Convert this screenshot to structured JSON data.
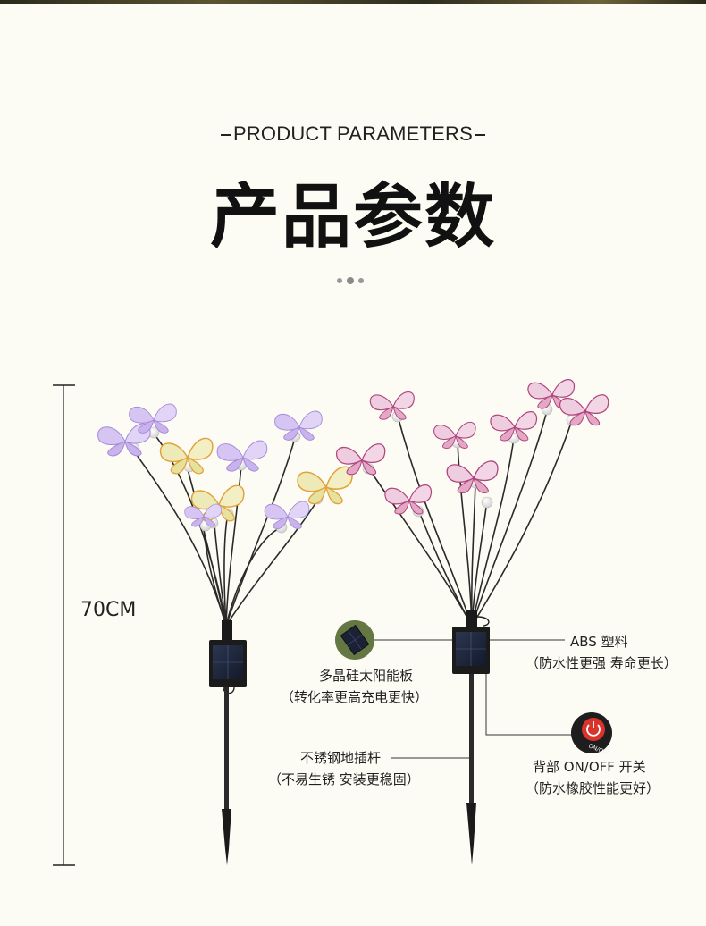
{
  "header": {
    "eyebrow": "PRODUCT PARAMETERS",
    "title": "产品参数"
  },
  "dimension": {
    "height_label": "70CM"
  },
  "callouts": {
    "solar_panel": {
      "line1": "多晶硅太阳能板",
      "line2": "（转化率更高充电更快）"
    },
    "abs_plastic": {
      "line1": "ABS 塑料",
      "line2": "（防水性更强 寿命更长）"
    },
    "stake": {
      "line1": "不锈钢地插杆",
      "line2": "（不易生锈 安装更稳固）"
    },
    "switch": {
      "line1": "背部 ON/OFF 开关",
      "line2": "（防水橡胶性能更好）",
      "icon_text": "ON/OFF"
    }
  },
  "colors": {
    "background": "#fdfcf4",
    "butterfly_purple": "#cdb8ee",
    "butterfly_yellow": "#e9e3a8",
    "butterfly_pink": "#d98fb0",
    "switch_red": "#d9342b"
  }
}
